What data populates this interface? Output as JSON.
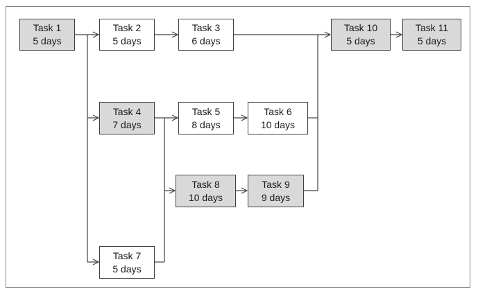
{
  "tasks": {
    "t1": {
      "name": "Task 1",
      "duration": "5 days"
    },
    "t2": {
      "name": "Task 2",
      "duration": "5 days"
    },
    "t3": {
      "name": "Task 3",
      "duration": "6 days"
    },
    "t4": {
      "name": "Task 4",
      "duration": "7 days"
    },
    "t5": {
      "name": "Task 5",
      "duration": "8 days"
    },
    "t6": {
      "name": "Task 6",
      "duration": "10 days"
    },
    "t7": {
      "name": "Task 7",
      "duration": "5 days"
    },
    "t8": {
      "name": "Task 8",
      "duration": "10 days"
    },
    "t9": {
      "name": "Task 9",
      "duration": "9 days"
    },
    "t10": {
      "name": "Task 10",
      "duration": "5 days"
    },
    "t11": {
      "name": "Task 11",
      "duration": "5 days"
    }
  },
  "critical_path": [
    "t1",
    "t4",
    "t8",
    "t9",
    "t10",
    "t11"
  ],
  "dependencies": [
    [
      "t1",
      "t2"
    ],
    [
      "t1",
      "t4"
    ],
    [
      "t1",
      "t7"
    ],
    [
      "t2",
      "t3"
    ],
    [
      "t3",
      "t10"
    ],
    [
      "t4",
      "t5"
    ],
    [
      "t4",
      "t8"
    ],
    [
      "t7",
      "t8"
    ],
    [
      "t5",
      "t6"
    ],
    [
      "t6",
      "t10"
    ],
    [
      "t8",
      "t9"
    ],
    [
      "t9",
      "t10"
    ],
    [
      "t10",
      "t11"
    ]
  ],
  "colors": {
    "critical_fill": "#d9d9d9",
    "normal_fill": "#ffffff",
    "line": "#404040"
  }
}
